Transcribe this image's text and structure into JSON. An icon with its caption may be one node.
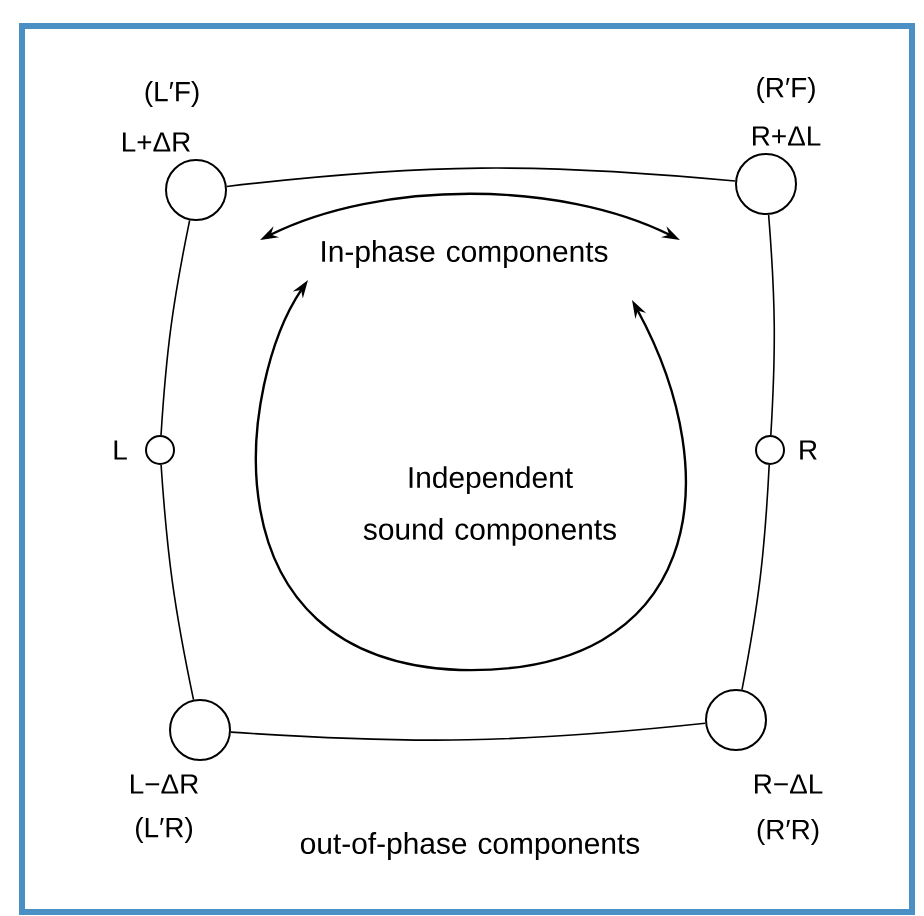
{
  "diagram": {
    "nodes": [
      {
        "text": [],
        "shape": "circle",
        "beside": [
          "(L′F)",
          "L+ΔR"
        ]
      },
      {
        "text": [],
        "shape": "circle",
        "beside": [
          "(R′F)",
          "R+ΔL"
        ]
      },
      {
        "text": [],
        "shape": "circle",
        "beside": [
          "L"
        ]
      },
      {
        "text": [],
        "shape": "circle",
        "beside": [
          "R"
        ]
      },
      {
        "text": [],
        "shape": "circle",
        "beside": [
          "L−ΔR",
          "(L′R)"
        ]
      },
      {
        "text": [],
        "shape": "circle",
        "beside": [
          "R−ΔL",
          "(R′R)"
        ]
      }
    ],
    "edges": [
      {
        "from": 0,
        "to": 1,
        "arrow": "none"
      },
      {
        "from": 1,
        "to": 3,
        "arrow": "none"
      },
      {
        "from": 3,
        "to": 5,
        "arrow": "none"
      },
      {
        "from": 5,
        "to": 4,
        "arrow": "none"
      },
      {
        "from": 4,
        "to": 2,
        "arrow": "none"
      },
      {
        "from": 2,
        "to": 0,
        "arrow": "none"
      }
    ],
    "labels": [
      "In-phase components",
      "Independent sound components",
      "out-of-phase components"
    ]
  }
}
